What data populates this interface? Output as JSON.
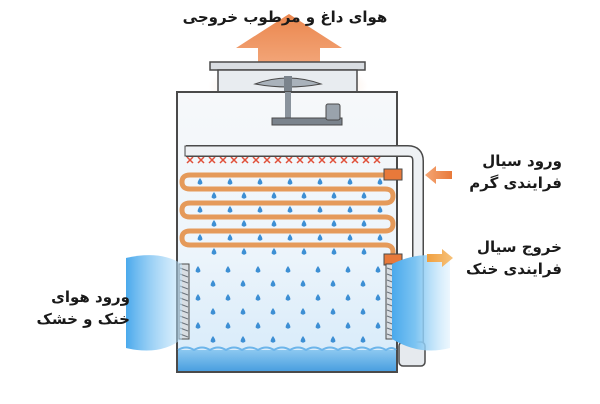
{
  "labels": {
    "exhaust_air": "هوای داغ و مرطوب خروجی",
    "hot_fluid_in_line1": "ورود سیال",
    "hot_fluid_in_line2": "فرایندی گرم",
    "cold_fluid_out_line1": "خروج سیال",
    "cold_fluid_out_line2": "فرایندی خنک",
    "air_in_line1": "ورود هوای",
    "air_in_line2": "خنک و خشک"
  },
  "colors": {
    "hot_arrow": "#e8793a",
    "cold_arrow": "#f0a040",
    "coil": "#e59a5a",
    "water_drop": "#3d8fd4",
    "basin_water": "#6db5ea",
    "casing": "#f0f4f8",
    "outline": "#4a4a4a",
    "air_flow": "#7cc4f2"
  }
}
